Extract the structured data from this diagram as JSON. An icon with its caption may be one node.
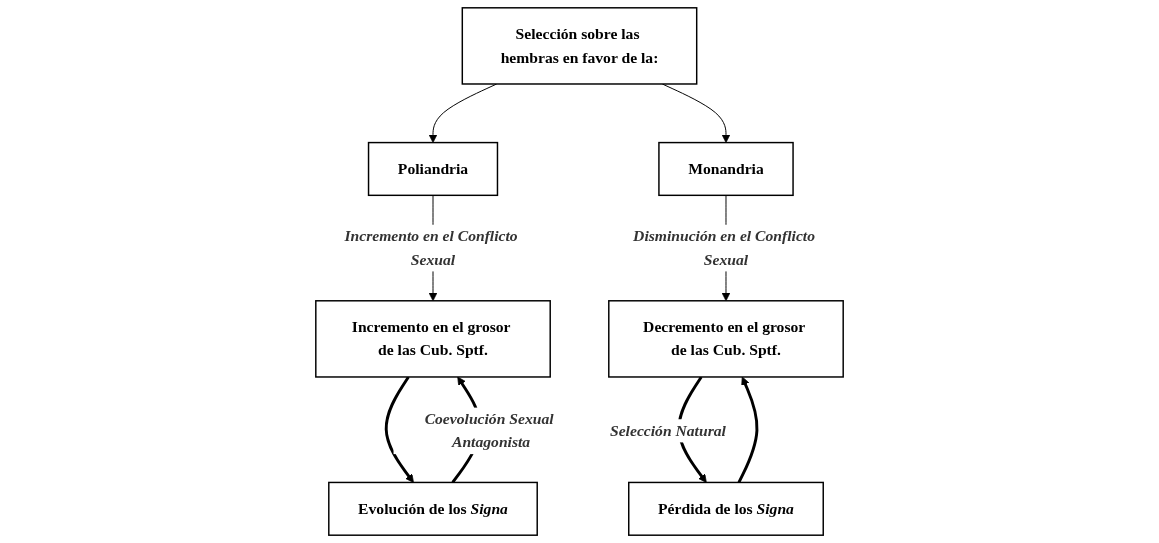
{
  "diagram": {
    "nodes": [
      {
        "text": [
          "Selección sobre las hembras en favor de la:"
        ]
      },
      {
        "text": [
          "Poliandria"
        ]
      },
      {
        "text": [
          "Monandria"
        ]
      },
      {
        "text": [
          "Incremento en el grosor de las Cub. Sptf."
        ]
      },
      {
        "text": [
          "Evolución de los *Signa*"
        ]
      },
      {
        "text": [
          "Decremento en el grosor de las Cub. Sptf."
        ]
      },
      {
        "text": [
          "Pérdida de los *Signa*"
        ]
      }
    ],
    "edges": [
      {
        "from": 0,
        "to": 1,
        "arrow": "to"
      },
      {
        "from": 0,
        "to": 2,
        "arrow": "to"
      },
      {
        "from": 1,
        "to": 3,
        "arrow": "to",
        "label": "Incremento en el Conflicto Sexual"
      },
      {
        "from": 2,
        "to": 5,
        "arrow": "to",
        "label": "Disminución en el Conflicto Sexual"
      },
      {
        "from": 3,
        "to": 4,
        "arrow": "to",
        "style": "thick"
      },
      {
        "from": 4,
        "to": 3,
        "arrow": "to",
        "style": "thick",
        "label": "Coevolución Sexual Antagonista"
      },
      {
        "from": 5,
        "to": 6,
        "arrow": "to",
        "style": "thick",
        "label": "Selección Natural"
      },
      {
        "from": 6,
        "to": 5,
        "arrow": "to",
        "style": "thick"
      }
    ]
  }
}
